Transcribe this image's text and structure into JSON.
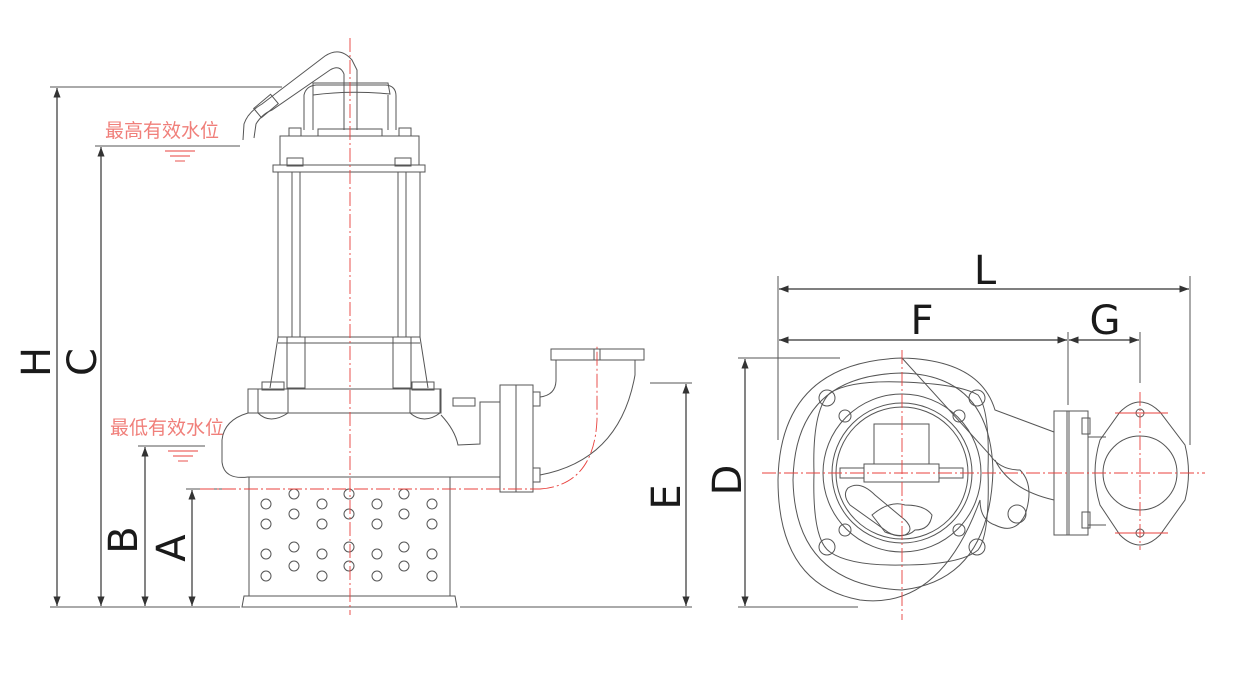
{
  "title": "Submersible sewage pump outline dimensions",
  "water_levels": {
    "max": "最高有效水位",
    "min": "最低有效水位"
  },
  "dimensions": {
    "H": "H",
    "C": "C",
    "B": "B",
    "A": "A",
    "E": "E",
    "D": "D",
    "L": "L",
    "F": "F",
    "G": "G"
  },
  "colors": {
    "centerline": "#e8403c",
    "water_label": "#f07f7a",
    "outline": "#555555"
  }
}
